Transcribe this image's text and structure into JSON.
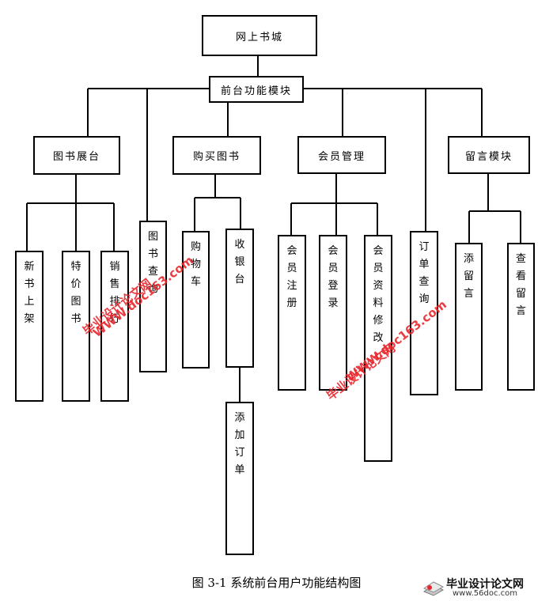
{
  "root": "网上书城",
  "frontend": "前台功能模块",
  "modules": {
    "books": "图书展台",
    "buy": "购买图书",
    "member": "会员管理",
    "message": "留言模块",
    "search": "图书查询",
    "order_query": "订单查询"
  },
  "leaves": {
    "new_books": "新书上架",
    "special": "特价图书",
    "ranking": "销售排行",
    "cart": "购物车",
    "checkout": "收银台",
    "add_order": "添加订单",
    "register": "会员注册",
    "login": "会员登录",
    "modify": "会员资料修改",
    "add_msg": "添留言",
    "view_msg": "查看留言"
  },
  "caption": "图 3-1    系统前台用户功能结构图",
  "watermarks": {
    "text1": "毕业设计论文网",
    "text2": "WWW.doc163.com"
  },
  "logo": {
    "text": "毕业设计论文网",
    "url": "www.56doc.com"
  }
}
